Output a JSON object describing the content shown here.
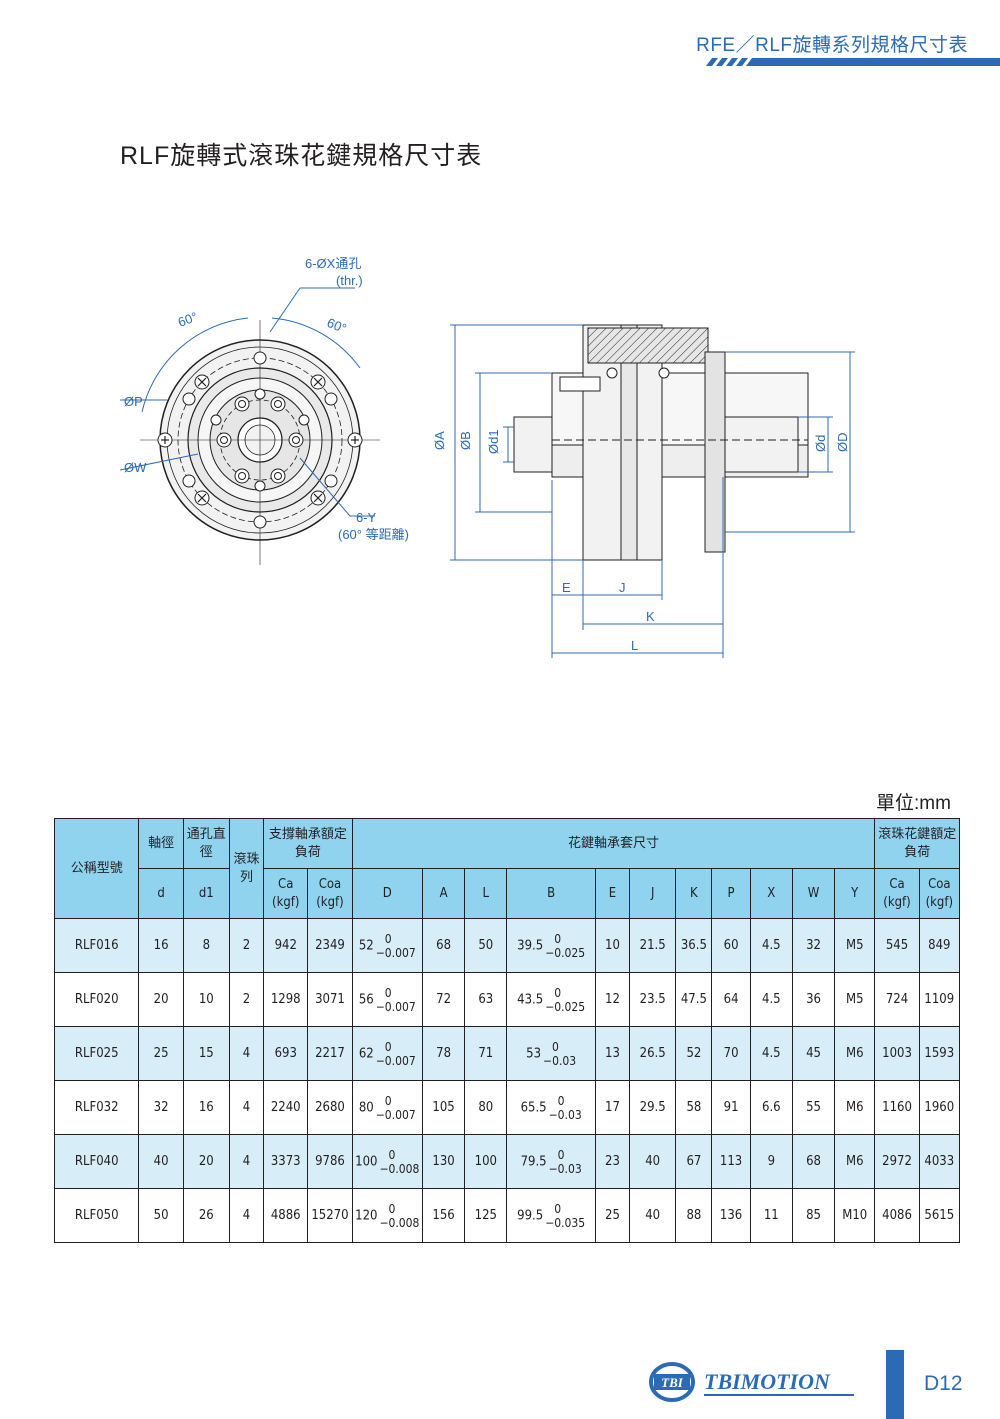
{
  "header": {
    "series_title": "RFE／RLF旋轉系列規格尺寸表"
  },
  "page_title": "RLF旋轉式滾珠花鍵規格尺寸表",
  "drawing": {
    "front_labels": {
      "holes": "6-ØX通孔",
      "thr": "(thr.)",
      "angle_left": "60°",
      "angle_right": "60°",
      "p": "ØP",
      "w": "ØW",
      "y": "6-Y",
      "y_note": "(60° 等距離)"
    },
    "side_labels": {
      "a": "ØA",
      "b": "ØB",
      "d1": "Ød1",
      "d": "Ød",
      "D": "ØD",
      "e": "E",
      "j": "J",
      "k": "K",
      "l": "L"
    }
  },
  "unit": "單位:mm",
  "table": {
    "header": {
      "model": "公稱型號",
      "shaft_dia": "軸徑",
      "d": "d",
      "thru_hole": "通孔直徑",
      "d1": "d1",
      "ball_rows": "滾珠列",
      "support_load": "支撐軸承額定負荷",
      "spline_dims": "花鍵軸承套尺寸",
      "spline_load": "滾珠花鍵額定負荷",
      "ca": "Ca",
      "coa": "Coa",
      "kgf": "(kgf)",
      "cols": [
        "D",
        "A",
        "L",
        "B",
        "E",
        "J",
        "K",
        "P",
        "X",
        "W",
        "Y"
      ]
    },
    "tolerance_upper": "0",
    "rows": [
      {
        "model": "RLF016",
        "d": "16",
        "d1": "8",
        "rows": "2",
        "ca1": "942",
        "coa1": "2349",
        "D": "52",
        "D_tol": "−0.007",
        "A": "68",
        "L": "50",
        "B": "39.5",
        "B_tol": "−0.025",
        "E": "10",
        "J": "21.5",
        "K": "36.5",
        "P": "60",
        "X": "4.5",
        "W": "32",
        "Y": "M5",
        "ca2": "545",
        "coa2": "849"
      },
      {
        "model": "RLF020",
        "d": "20",
        "d1": "10",
        "rows": "2",
        "ca1": "1298",
        "coa1": "3071",
        "D": "56",
        "D_tol": "−0.007",
        "A": "72",
        "L": "63",
        "B": "43.5",
        "B_tol": "−0.025",
        "E": "12",
        "J": "23.5",
        "K": "47.5",
        "P": "64",
        "X": "4.5",
        "W": "36",
        "Y": "M5",
        "ca2": "724",
        "coa2": "1109"
      },
      {
        "model": "RLF025",
        "d": "25",
        "d1": "15",
        "rows": "4",
        "ca1": "693",
        "coa1": "2217",
        "D": "62",
        "D_tol": "−0.007",
        "A": "78",
        "L": "71",
        "B": "53",
        "B_tol": "−0.03",
        "E": "13",
        "J": "26.5",
        "K": "52",
        "P": "70",
        "X": "4.5",
        "W": "45",
        "Y": "M6",
        "ca2": "1003",
        "coa2": "1593"
      },
      {
        "model": "RLF032",
        "d": "32",
        "d1": "16",
        "rows": "4",
        "ca1": "2240",
        "coa1": "2680",
        "D": "80",
        "D_tol": "−0.007",
        "A": "105",
        "L": "80",
        "B": "65.5",
        "B_tol": "−0.03",
        "E": "17",
        "J": "29.5",
        "K": "58",
        "P": "91",
        "X": "6.6",
        "W": "55",
        "Y": "M6",
        "ca2": "1160",
        "coa2": "1960"
      },
      {
        "model": "RLF040",
        "d": "40",
        "d1": "20",
        "rows": "4",
        "ca1": "3373",
        "coa1": "9786",
        "D": "100",
        "D_tol": "−0.008",
        "A": "130",
        "L": "100",
        "B": "79.5",
        "B_tol": "−0.03",
        "E": "23",
        "J": "40",
        "K": "67",
        "P": "113",
        "X": "9",
        "W": "68",
        "Y": "M6",
        "ca2": "2972",
        "coa2": "4033"
      },
      {
        "model": "RLF050",
        "d": "50",
        "d1": "26",
        "rows": "4",
        "ca1": "4886",
        "coa1": "15270",
        "D": "120",
        "D_tol": "−0.008",
        "A": "156",
        "L": "125",
        "B": "99.5",
        "B_tol": "−0.035",
        "E": "25",
        "J": "40",
        "K": "88",
        "P": "136",
        "X": "11",
        "W": "85",
        "Y": "M10",
        "ca2": "4086",
        "coa2": "5615"
      }
    ]
  },
  "footer": {
    "logo_text": "TBIMOTION",
    "logo_badge": "TBI",
    "page_number": "D12"
  },
  "colors": {
    "brand_blue": "#2b6bb5",
    "header_fill": "#8fd3ef",
    "row_fill": "#d7eef8"
  }
}
